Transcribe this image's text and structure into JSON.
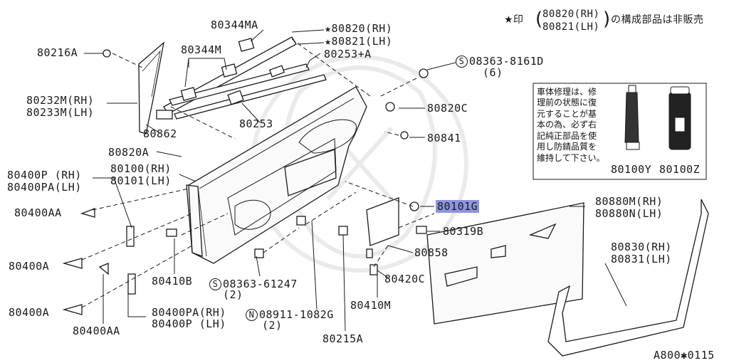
{
  "header": {
    "note_star": "★印",
    "note_parts_rh": "80820(RH)",
    "note_parts_lh": "80821(LH)",
    "note_tail": "の構成部品は非販売"
  },
  "callouts": {
    "p80344MA": "80344MA",
    "p80820_star": "★80820(RH)",
    "p80821_star": "★80821(LH)",
    "p80216A": "80216A",
    "p80344M": "80344M",
    "p80253A": "80253+A",
    "p08363_8161D": "08363-8161D",
    "p08363_8161D_qty": "(6)",
    "p80232M": "80232M(RH)",
    "p80233M": "80233M(LH)",
    "p80820C": "80820C",
    "p80862": "80862",
    "p80253": "80253",
    "p80841": "80841",
    "p80820A": "80820A",
    "p80100": "80100(RH)",
    "p80101": "80101(LH)",
    "p80400P": "80400P (RH)",
    "p80400PA": "80400PA(LH)",
    "p80101G": "80101G",
    "p80880M": "80880M(RH)",
    "p80880N": "80880N(LH)",
    "p80400AA_top": "80400AA",
    "p80319B": "80319B",
    "p80858": "80858",
    "p80830": "80830(RH)",
    "p80831": "80831(LH)",
    "p80400A_1": "80400A",
    "p80410B": "80410B",
    "p80420C": "80420C",
    "p08363_61247": "08363-61247",
    "p08363_61247_qty": "(2)",
    "p80410M": "80410M",
    "p80400A_2": "80400A",
    "p80400PA_b": "80400PA(RH)",
    "p80400P_b": "80400P (LH)",
    "p08911": "08911-1082G",
    "p08911_qty": "(2)",
    "p80400AA_bottom": "80400AA",
    "p80215A": "80215A",
    "circle_s": "S",
    "circle_n": "N"
  },
  "note_box": {
    "lines": [
      "車体修理は、修",
      "理前の状態に復",
      "元することが基",
      "本の為、必ず右",
      "記純正部品を使",
      "用し防錆品質を",
      "維持して下さい。"
    ],
    "product_y": "80100Y",
    "product_z": "80100Z"
  },
  "footer": {
    "ref": "A800✱0115"
  },
  "highlight_color": "#8e95de"
}
